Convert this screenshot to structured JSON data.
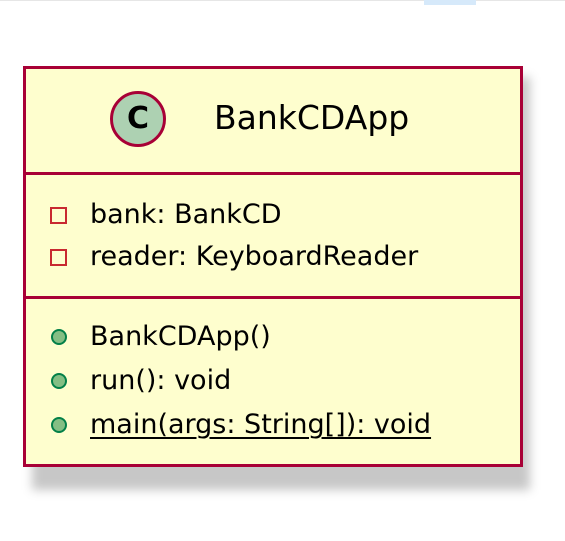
{
  "class": {
    "stereotype_letter": "C",
    "name": "BankCDApp",
    "colors": {
      "border": "#a80036",
      "fill": "#fefece",
      "stereotype_fill": "#add1b2",
      "private_icon": "#c82930",
      "public_icon_fill": "#84be84",
      "public_icon_border": "#038048"
    },
    "fields": [
      {
        "visibility": "private",
        "icon": "private-square-icon",
        "text": "bank: BankCD"
      },
      {
        "visibility": "private",
        "icon": "private-square-icon",
        "text": "reader: KeyboardReader"
      }
    ],
    "methods": [
      {
        "visibility": "public",
        "icon": "public-circle-icon",
        "text": "BankCDApp()",
        "static": false
      },
      {
        "visibility": "public",
        "icon": "public-circle-icon",
        "text": "run(): void",
        "static": false
      },
      {
        "visibility": "public",
        "icon": "public-circle-icon",
        "text": "main(args: String[]): void",
        "static": true
      }
    ]
  }
}
